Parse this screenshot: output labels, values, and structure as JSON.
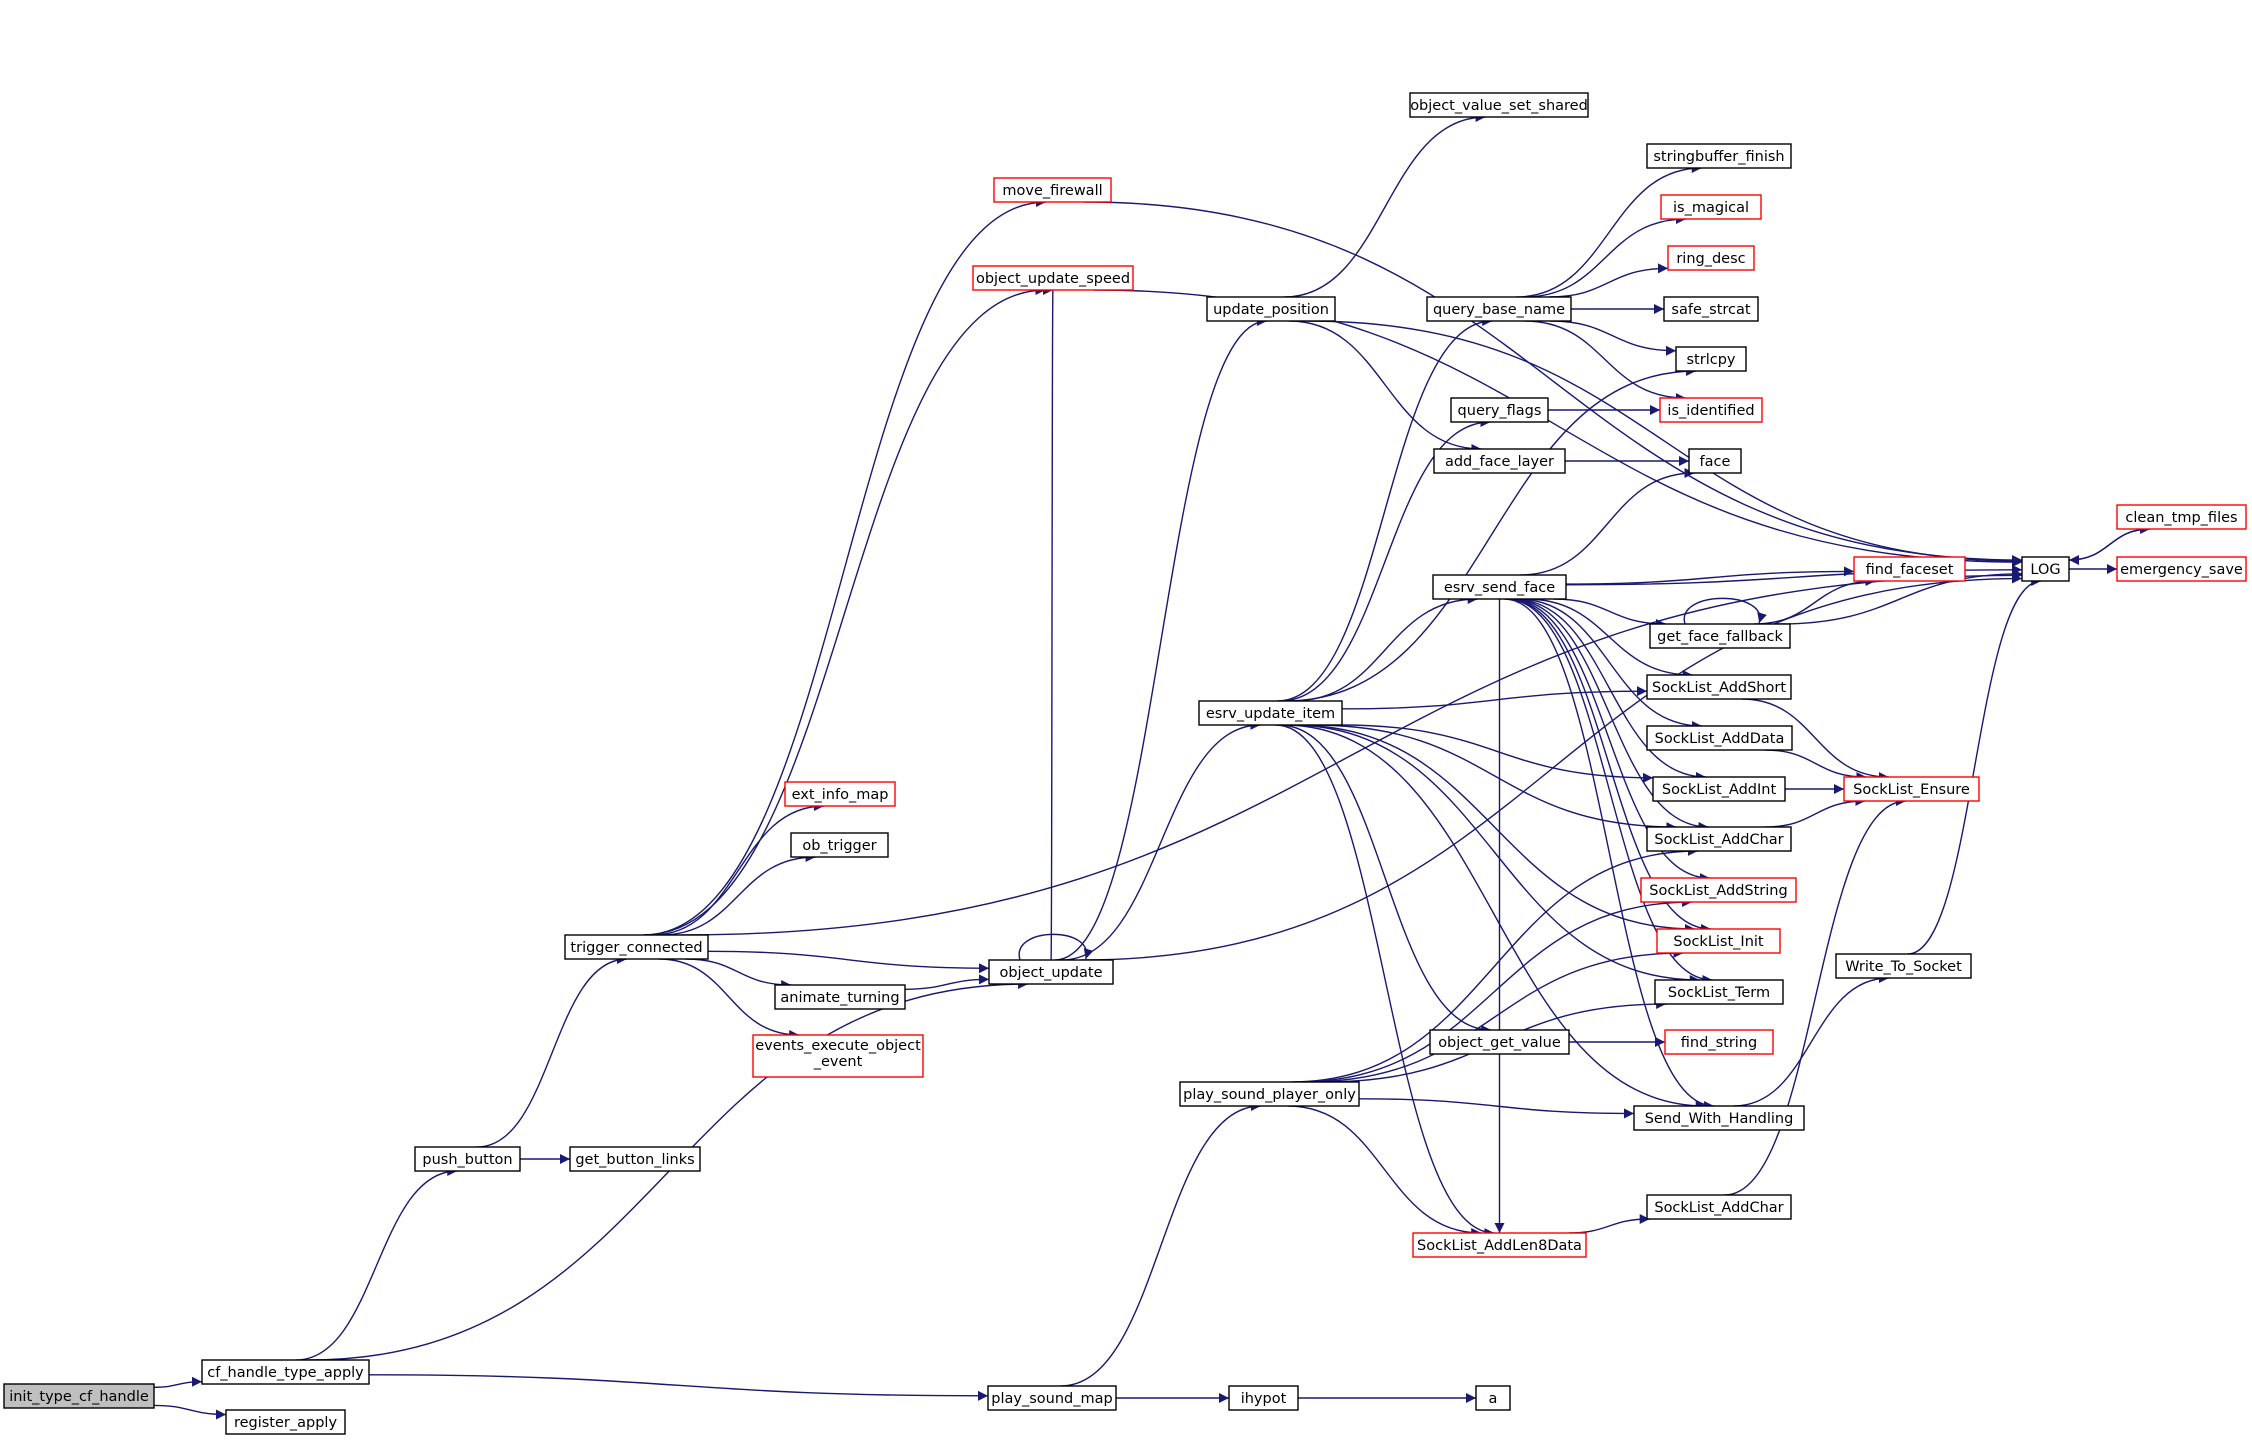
{
  "diagram": {
    "type": "call-graph",
    "colors": {
      "edge": "#191970",
      "box_border": "#000000",
      "incomplete_box_border": "#ff0000",
      "root_fill": "#bfbfbf",
      "box_fill": "#ffffff"
    },
    "nodes": [
      {
        "id": "init_type_cf_handle",
        "label": "init_type_cf_handle",
        "root": true
      },
      {
        "id": "cf_handle_type_apply",
        "label": "cf_handle_type_apply"
      },
      {
        "id": "register_apply",
        "label": "register_apply"
      },
      {
        "id": "push_button",
        "label": "push_button"
      },
      {
        "id": "get_button_links",
        "label": "get_button_links"
      },
      {
        "id": "trigger_connected",
        "label": "trigger_connected"
      },
      {
        "id": "move_firewall",
        "label": "move_firewall",
        "incomplete": true
      },
      {
        "id": "object_update_speed",
        "label": "object_update_speed",
        "incomplete": true
      },
      {
        "id": "ext_info_map",
        "label": "ext_info_map",
        "incomplete": true
      },
      {
        "id": "ob_trigger",
        "label": "ob_trigger"
      },
      {
        "id": "animate_turning",
        "label": "animate_turning"
      },
      {
        "id": "events_execute_object_event",
        "label1": "events_execute_object",
        "label2": "_event",
        "incomplete": true
      },
      {
        "id": "object_update",
        "label": "object_update"
      },
      {
        "id": "play_sound_map",
        "label": "play_sound_map"
      },
      {
        "id": "ihypot",
        "label": "ihypot"
      },
      {
        "id": "a",
        "label": "a"
      },
      {
        "id": "update_position",
        "label": "update_position"
      },
      {
        "id": "object_value_set_shared",
        "label": "object_value_set_shared"
      },
      {
        "id": "esrv_update_item",
        "label": "esrv_update_item"
      },
      {
        "id": "play_sound_player_only",
        "label": "play_sound_player_only"
      },
      {
        "id": "query_base_name",
        "label": "query_base_name"
      },
      {
        "id": "query_flags",
        "label": "query_flags"
      },
      {
        "id": "add_face_layer",
        "label": "add_face_layer"
      },
      {
        "id": "esrv_send_face",
        "label": "esrv_send_face"
      },
      {
        "id": "object_get_value",
        "label": "object_get_value"
      },
      {
        "id": "SockList_AddLen8Data",
        "label": "SockList_AddLen8Data",
        "incomplete": true
      },
      {
        "id": "SockList_AddChar2",
        "label": "SockList_AddChar"
      },
      {
        "id": "stringbuffer_finish",
        "label": "stringbuffer_finish"
      },
      {
        "id": "is_magical",
        "label": "is_magical",
        "incomplete": true
      },
      {
        "id": "ring_desc",
        "label": "ring_desc",
        "incomplete": true
      },
      {
        "id": "safe_strcat",
        "label": "safe_strcat"
      },
      {
        "id": "strlcpy",
        "label": "strlcpy"
      },
      {
        "id": "is_identified",
        "label": "is_identified",
        "incomplete": true
      },
      {
        "id": "face",
        "label": "face"
      },
      {
        "id": "find_faceset",
        "label": "find_faceset",
        "incomplete": true
      },
      {
        "id": "get_face_fallback",
        "label": "get_face_fallback"
      },
      {
        "id": "SockList_AddShort",
        "label": "SockList_AddShort"
      },
      {
        "id": "SockList_AddData",
        "label": "SockList_AddData"
      },
      {
        "id": "SockList_AddInt",
        "label": "SockList_AddInt"
      },
      {
        "id": "SockList_AddChar",
        "label": "SockList_AddChar"
      },
      {
        "id": "SockList_AddString",
        "label": "SockList_AddString",
        "incomplete": true
      },
      {
        "id": "SockList_Init",
        "label": "SockList_Init",
        "incomplete": true
      },
      {
        "id": "SockList_Term",
        "label": "SockList_Term"
      },
      {
        "id": "find_string",
        "label": "find_string",
        "incomplete": true
      },
      {
        "id": "Send_With_Handling",
        "label": "Send_With_Handling"
      },
      {
        "id": "SockList_Ensure",
        "label": "SockList_Ensure",
        "incomplete": true
      },
      {
        "id": "Write_To_Socket",
        "label": "Write_To_Socket"
      },
      {
        "id": "LOG",
        "label": "LOG"
      },
      {
        "id": "clean_tmp_files",
        "label": "clean_tmp_files",
        "incomplete": true
      },
      {
        "id": "emergency_save",
        "label": "emergency_save",
        "incomplete": true
      }
    ],
    "edges": [
      {
        "from": "init_type_cf_handle",
        "to": "cf_handle_type_apply"
      },
      {
        "from": "init_type_cf_handle",
        "to": "register_apply"
      },
      {
        "from": "cf_handle_type_apply",
        "to": "push_button"
      },
      {
        "from": "cf_handle_type_apply",
        "to": "object_update"
      },
      {
        "from": "cf_handle_type_apply",
        "to": "play_sound_map"
      },
      {
        "from": "push_button",
        "to": "trigger_connected"
      },
      {
        "from": "push_button",
        "to": "get_button_links"
      },
      {
        "from": "trigger_connected",
        "to": "move_firewall"
      },
      {
        "from": "trigger_connected",
        "to": "object_update_speed"
      },
      {
        "from": "trigger_connected",
        "to": "ext_info_map"
      },
      {
        "from": "trigger_connected",
        "to": "ob_trigger"
      },
      {
        "from": "trigger_connected",
        "to": "object_update"
      },
      {
        "from": "trigger_connected",
        "to": "animate_turning"
      },
      {
        "from": "trigger_connected",
        "to": "events_execute_object_event"
      },
      {
        "from": "trigger_connected",
        "to": "LOG"
      },
      {
        "from": "move_firewall",
        "to": "LOG"
      },
      {
        "from": "object_update_speed",
        "to": "LOG"
      },
      {
        "from": "animate_turning",
        "to": "object_update"
      },
      {
        "from": "object_update",
        "to": "object_update"
      },
      {
        "from": "object_update",
        "to": "update_position"
      },
      {
        "from": "object_update",
        "to": "esrv_update_item"
      },
      {
        "from": "object_update",
        "to": "LOG"
      },
      {
        "from": "object_update",
        "to": "object_update_speed"
      },
      {
        "from": "play_sound_map",
        "to": "play_sound_player_only"
      },
      {
        "from": "play_sound_map",
        "to": "ihypot"
      },
      {
        "from": "ihypot",
        "to": "a"
      },
      {
        "from": "update_position",
        "to": "object_value_set_shared"
      },
      {
        "from": "update_position",
        "to": "add_face_layer"
      },
      {
        "from": "update_position",
        "to": "LOG"
      },
      {
        "from": "esrv_update_item",
        "to": "query_base_name"
      },
      {
        "from": "esrv_update_item",
        "to": "query_flags"
      },
      {
        "from": "esrv_update_item",
        "to": "esrv_send_face"
      },
      {
        "from": "esrv_update_item",
        "to": "object_get_value"
      },
      {
        "from": "esrv_update_item",
        "to": "SockList_AddLen8Data"
      },
      {
        "from": "esrv_update_item",
        "to": "strlcpy"
      },
      {
        "from": "esrv_update_item",
        "to": "SockList_AddShort"
      },
      {
        "from": "esrv_update_item",
        "to": "SockList_AddInt"
      },
      {
        "from": "esrv_update_item",
        "to": "SockList_AddChar"
      },
      {
        "from": "esrv_update_item",
        "to": "SockList_Init"
      },
      {
        "from": "esrv_update_item",
        "to": "SockList_Term"
      },
      {
        "from": "esrv_update_item",
        "to": "Send_With_Handling"
      },
      {
        "from": "play_sound_player_only",
        "to": "SockList_AddChar"
      },
      {
        "from": "play_sound_player_only",
        "to": "SockList_AddString"
      },
      {
        "from": "play_sound_player_only",
        "to": "SockList_Init"
      },
      {
        "from": "play_sound_player_only",
        "to": "SockList_Term"
      },
      {
        "from": "play_sound_player_only",
        "to": "Send_With_Handling"
      },
      {
        "from": "play_sound_player_only",
        "to": "SockList_AddLen8Data"
      },
      {
        "from": "query_base_name",
        "to": "stringbuffer_finish"
      },
      {
        "from": "query_base_name",
        "to": "is_magical"
      },
      {
        "from": "query_base_name",
        "to": "ring_desc"
      },
      {
        "from": "query_base_name",
        "to": "safe_strcat"
      },
      {
        "from": "query_base_name",
        "to": "strlcpy"
      },
      {
        "from": "query_base_name",
        "to": "is_identified"
      },
      {
        "from": "query_flags",
        "to": "is_identified"
      },
      {
        "from": "add_face_layer",
        "to": "face"
      },
      {
        "from": "esrv_send_face",
        "to": "face"
      },
      {
        "from": "esrv_send_face",
        "to": "find_faceset"
      },
      {
        "from": "esrv_send_face",
        "to": "get_face_fallback"
      },
      {
        "from": "esrv_send_face",
        "to": "LOG"
      },
      {
        "from": "esrv_send_face",
        "to": "SockList_AddShort"
      },
      {
        "from": "esrv_send_face",
        "to": "SockList_AddData"
      },
      {
        "from": "esrv_send_face",
        "to": "SockList_AddInt"
      },
      {
        "from": "esrv_send_face",
        "to": "SockList_AddChar"
      },
      {
        "from": "esrv_send_face",
        "to": "SockList_AddString"
      },
      {
        "from": "esrv_send_face",
        "to": "SockList_Init"
      },
      {
        "from": "esrv_send_face",
        "to": "SockList_Term"
      },
      {
        "from": "esrv_send_face",
        "to": "Send_With_Handling"
      },
      {
        "from": "esrv_send_face",
        "to": "SockList_AddLen8Data"
      },
      {
        "from": "get_face_fallback",
        "to": "get_face_fallback"
      },
      {
        "from": "get_face_fallback",
        "to": "find_faceset"
      },
      {
        "from": "get_face_fallback",
        "to": "LOG"
      },
      {
        "from": "object_get_value",
        "to": "find_string"
      },
      {
        "from": "SockList_AddLen8Data",
        "to": "SockList_AddChar2"
      },
      {
        "from": "SockList_AddChar2",
        "to": "SockList_Ensure"
      },
      {
        "from": "SockList_AddShort",
        "to": "SockList_Ensure"
      },
      {
        "from": "SockList_AddData",
        "to": "SockList_Ensure"
      },
      {
        "from": "SockList_AddInt",
        "to": "SockList_Ensure"
      },
      {
        "from": "SockList_AddChar",
        "to": "SockList_Ensure"
      },
      {
        "from": "Send_With_Handling",
        "to": "Write_To_Socket"
      },
      {
        "from": "Write_To_Socket",
        "to": "LOG"
      },
      {
        "from": "LOG",
        "to": "clean_tmp_files"
      },
      {
        "from": "LOG",
        "to": "emergency_save"
      },
      {
        "from": "clean_tmp_files",
        "to": "LOG"
      }
    ]
  }
}
